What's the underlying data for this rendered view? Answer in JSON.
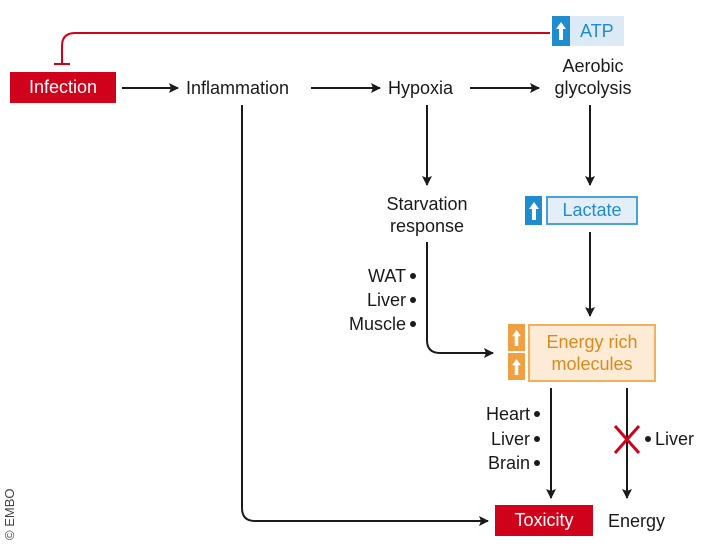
{
  "nodes": {
    "infection": "Infection",
    "inflammation": "Inflammation",
    "hypoxia": "Hypoxia",
    "aerobic_glycolysis": [
      "Aerobic",
      "glycolysis"
    ],
    "atp": "ATP",
    "starvation_response": [
      "Starvation",
      "response"
    ],
    "lactate": "Lactate",
    "energy_rich_molecules": [
      "Energy rich",
      "molecules"
    ],
    "toxicity": "Toxicity",
    "energy": "Energy"
  },
  "tissue_labels": {
    "starvation_sources": [
      "WAT",
      "Liver",
      "Muscle"
    ],
    "toxicity_tissues": [
      "Heart",
      "Liver",
      "Brain"
    ],
    "blocked_energy_tissue": "Liver"
  },
  "indicators": {
    "atp": "up-arrow",
    "lactate": "up-arrow",
    "energy_rich_molecules": [
      "up-arrow",
      "up-arrow"
    ],
    "energy_block": "cross"
  },
  "colors": {
    "red": "#d0021b",
    "blue": "#1f8ccf",
    "orange": "#f0a040",
    "black": "#1a1a1a"
  },
  "copyright": "© EMBO"
}
